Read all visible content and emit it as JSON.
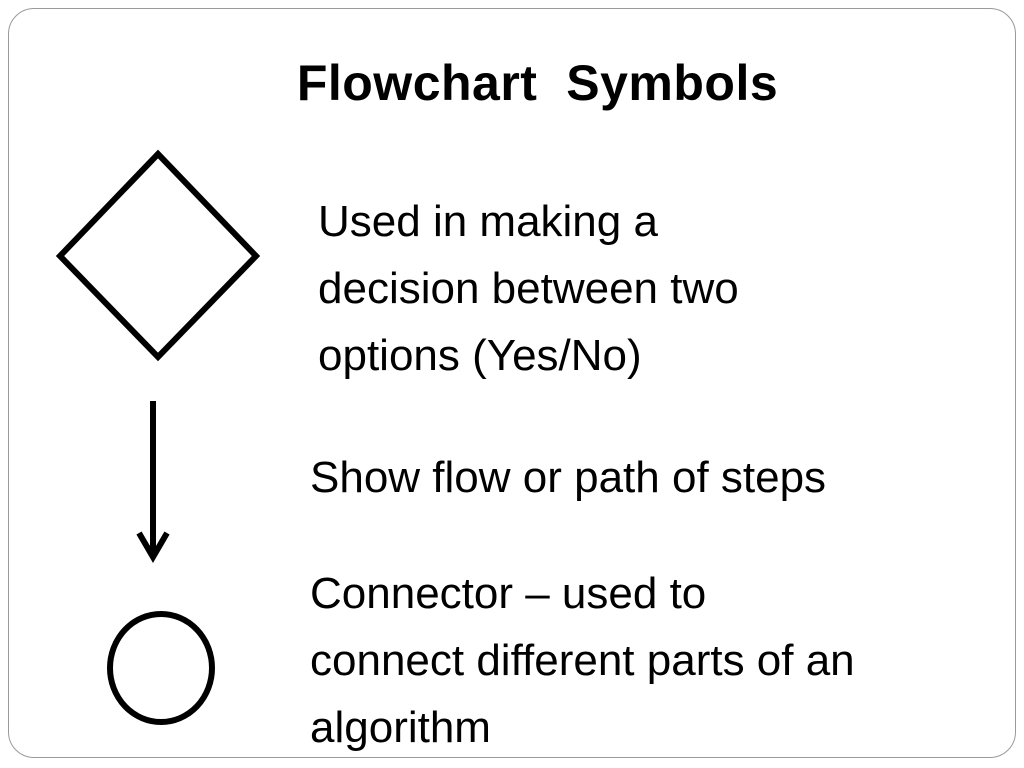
{
  "slide": {
    "title": "Flowchart  Symbols",
    "symbols": [
      {
        "icon": "diamond-decision-icon",
        "lines": [
          "Used in making a",
          "decision between two",
          "options (Yes/No)"
        ]
      },
      {
        "icon": "arrow-down-icon",
        "lines": [
          "Show flow or path of steps"
        ]
      },
      {
        "icon": "circle-connector-icon",
        "lines": [
          "Connector – used to",
          "connect different parts of an",
          "algorithm"
        ]
      }
    ]
  },
  "colors": {
    "border": "#9a9a9a",
    "stroke": "#000000",
    "background": "#ffffff"
  }
}
